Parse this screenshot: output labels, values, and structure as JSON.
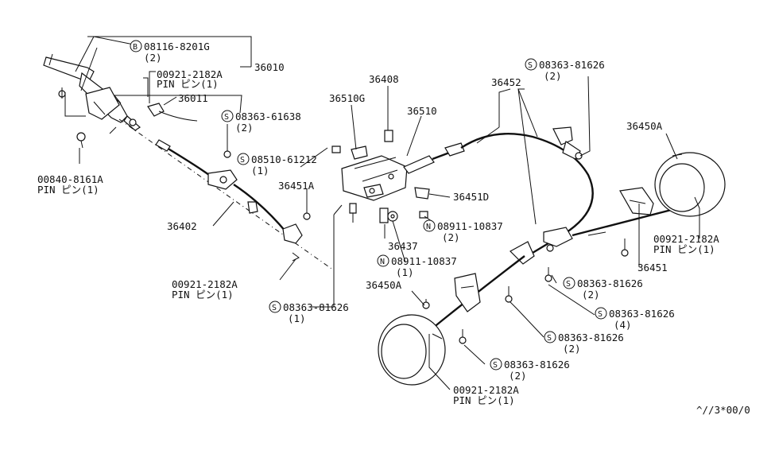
{
  "labels": {
    "p08116_8201G": "08116-8201G",
    "q08116": "(2)",
    "p36010": "36010",
    "p00921_top": "00921-2182A",
    "pin_top": "PIN ピン(1)",
    "p36011": "36011",
    "p08363_61638": "08363-61638",
    "q08363_61638": "(2)",
    "p00840_8161A": "00840-8161A",
    "pin_left": "PIN ピン(1)",
    "p08510_61212": "08510-61212",
    "q08510": "(1)",
    "p36451A": "36451A",
    "p36402": "36402",
    "p00921_mid": "00921-2182A",
    "pin_mid": "PIN ピン(1)",
    "p08363_81626_a": "08363-81626",
    "q08363_a": "(1)",
    "p36408": "36408",
    "p36510G": "36510G",
    "p36510": "36510",
    "p36451D": "36451D",
    "p08911_10837_a": "08911-10837",
    "q08911_a": "(2)",
    "p36437": "36437",
    "p08911_10837_b": "08911-10837",
    "q08911_b": "(1)",
    "p36450A_mid": "36450A",
    "p36452": "36452",
    "p08363_81626_top": "08363-81626",
    "q08363_top": "(2)",
    "p36450A_right": "36450A",
    "p00921_right": "00921-2182A",
    "pin_right": "PIN ピン(1)",
    "p36451": "36451",
    "p08363_81626_r1": "08363-81626",
    "q08363_r1": "(2)",
    "p08363_81626_r2": "08363-81626",
    "q08363_r2": "(4)",
    "p08363_81626_r3": "08363-81626",
    "q08363_r3": "(2)",
    "p08363_81626_r4": "08363-81626",
    "q08363_r4": "(2)",
    "p00921_bottom": "00921-2182A",
    "pin_bottom": "PIN ピン(1)",
    "footer_code": "^//3*00/0"
  },
  "symbols": {
    "B": "B",
    "S": "S",
    "N": "N"
  }
}
